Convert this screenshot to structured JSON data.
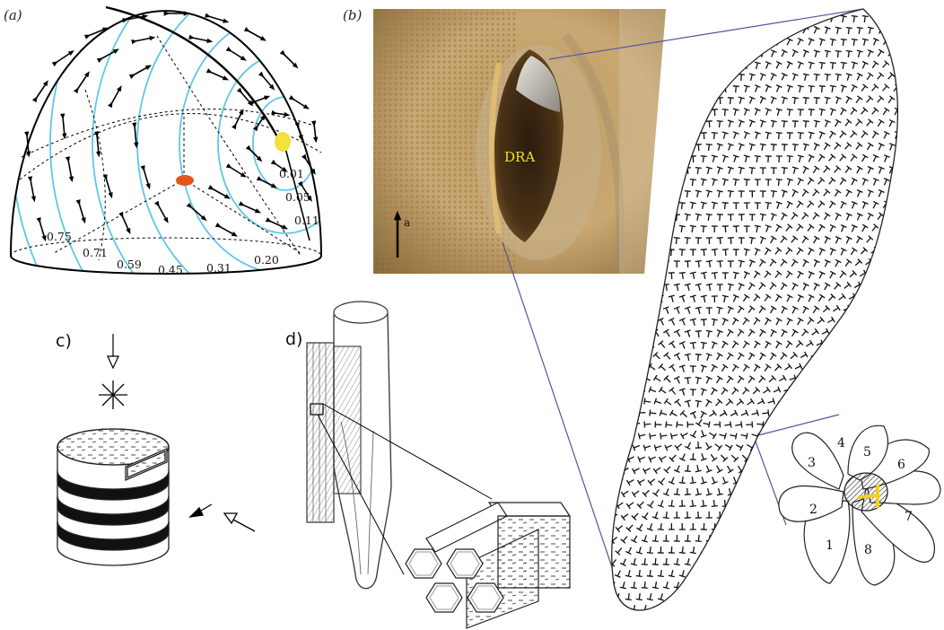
{
  "panels": {
    "a": {
      "label": "(a)",
      "contour_values": [
        "0.75",
        "0.71",
        "0.59",
        "0.45",
        "0.31",
        "0.20"
      ],
      "inner_values": [
        "0.01",
        "0.05",
        "0.11"
      ]
    },
    "b": {
      "label": "(b)",
      "region_label": "DRA",
      "axis_label": "a"
    },
    "c": {
      "label": "c)"
    },
    "d": {
      "label": "d)"
    },
    "ommatidium": {
      "petal_numbers": [
        "1",
        "2",
        "3",
        "4",
        "5",
        "6",
        "7",
        "8"
      ]
    }
  },
  "colors": {
    "contour": "#5cc8e6",
    "sun": "#f2e23a",
    "antisun": "#e0561f",
    "highlight_bar": "#f0d020",
    "dra_text": "#f0e030",
    "zoom_lines": "#5555a0"
  }
}
